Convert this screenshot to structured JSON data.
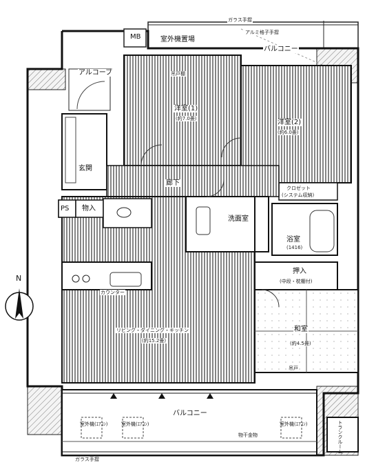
{
  "rooms": {
    "outdoor_unit": "室外機置場",
    "balcony_top": "バルコニー",
    "mb": "MB",
    "alcove": "アルコーブ",
    "entrance": "玄関",
    "hallway": "廊下",
    "western_room_1": "洋室(1)",
    "western_room_1_size": "(約7.0畳)",
    "western_room_2": "洋室(2)",
    "western_room_2_size": "(約6.0畳)",
    "ps": "PS",
    "storage": "物入",
    "washroom": "洗面室",
    "bath": "浴室",
    "bath_size": "(1416)",
    "closet": "クロゼット",
    "closet_note": "(システム収納)",
    "oshiire": "押入",
    "oshiire_note": "(中段・枕棚付)",
    "washitsu": "和室",
    "washitsu_size": "(約4.5畳)",
    "ldk": "リビング・ダイニング・キッチン",
    "ldk_size": "(約15.2畳)",
    "counter": "カウンター",
    "balcony_bottom": "バルコニー",
    "trunk_room": "トランクルーム",
    "aircon_1": "室外機(ｴｱｺﾝ)",
    "aircon_2": "室外機(ｴｱｺﾝ)",
    "aircon_3": "室外機(ｴｱｺﾝ)"
  },
  "notes": {
    "glass_top": "ガラス手摺",
    "aluminum_top": "アルミ格子手摺",
    "glass_bottom": "ガラス手摺",
    "shitsu_top": "吊戸棚",
    "hanging_1": "吊戸",
    "bottom_rail": "物干金物"
  },
  "compass": {
    "label": "N"
  }
}
